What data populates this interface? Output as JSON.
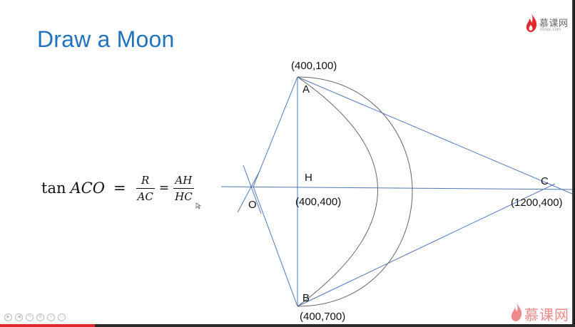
{
  "slide": {
    "title": "Draw a Moon",
    "logo": {
      "brand": "慕课网",
      "sub": "imooc.com"
    }
  },
  "formula": {
    "fn": "tan",
    "angle": "ACO",
    "eq": "=",
    "frac1": {
      "num": "R",
      "den": "AC"
    },
    "eq2": "=",
    "frac2": {
      "num": "AH",
      "den": "HC"
    }
  },
  "figure": {
    "points": {
      "A": {
        "label": "A",
        "coord": "(400,100)"
      },
      "H": {
        "label": "H",
        "coord": "(400,400)"
      },
      "C": {
        "label": "C",
        "coord": "(1200,400)"
      },
      "B": {
        "label": "B",
        "coord": "(400,700)"
      },
      "O": {
        "label": "O"
      }
    },
    "colors": {
      "line": "#4f77b3",
      "arc": "#666666"
    }
  },
  "player": {
    "progress": 0.165,
    "watermark": "慕课网",
    "accent": "#e0282e"
  }
}
